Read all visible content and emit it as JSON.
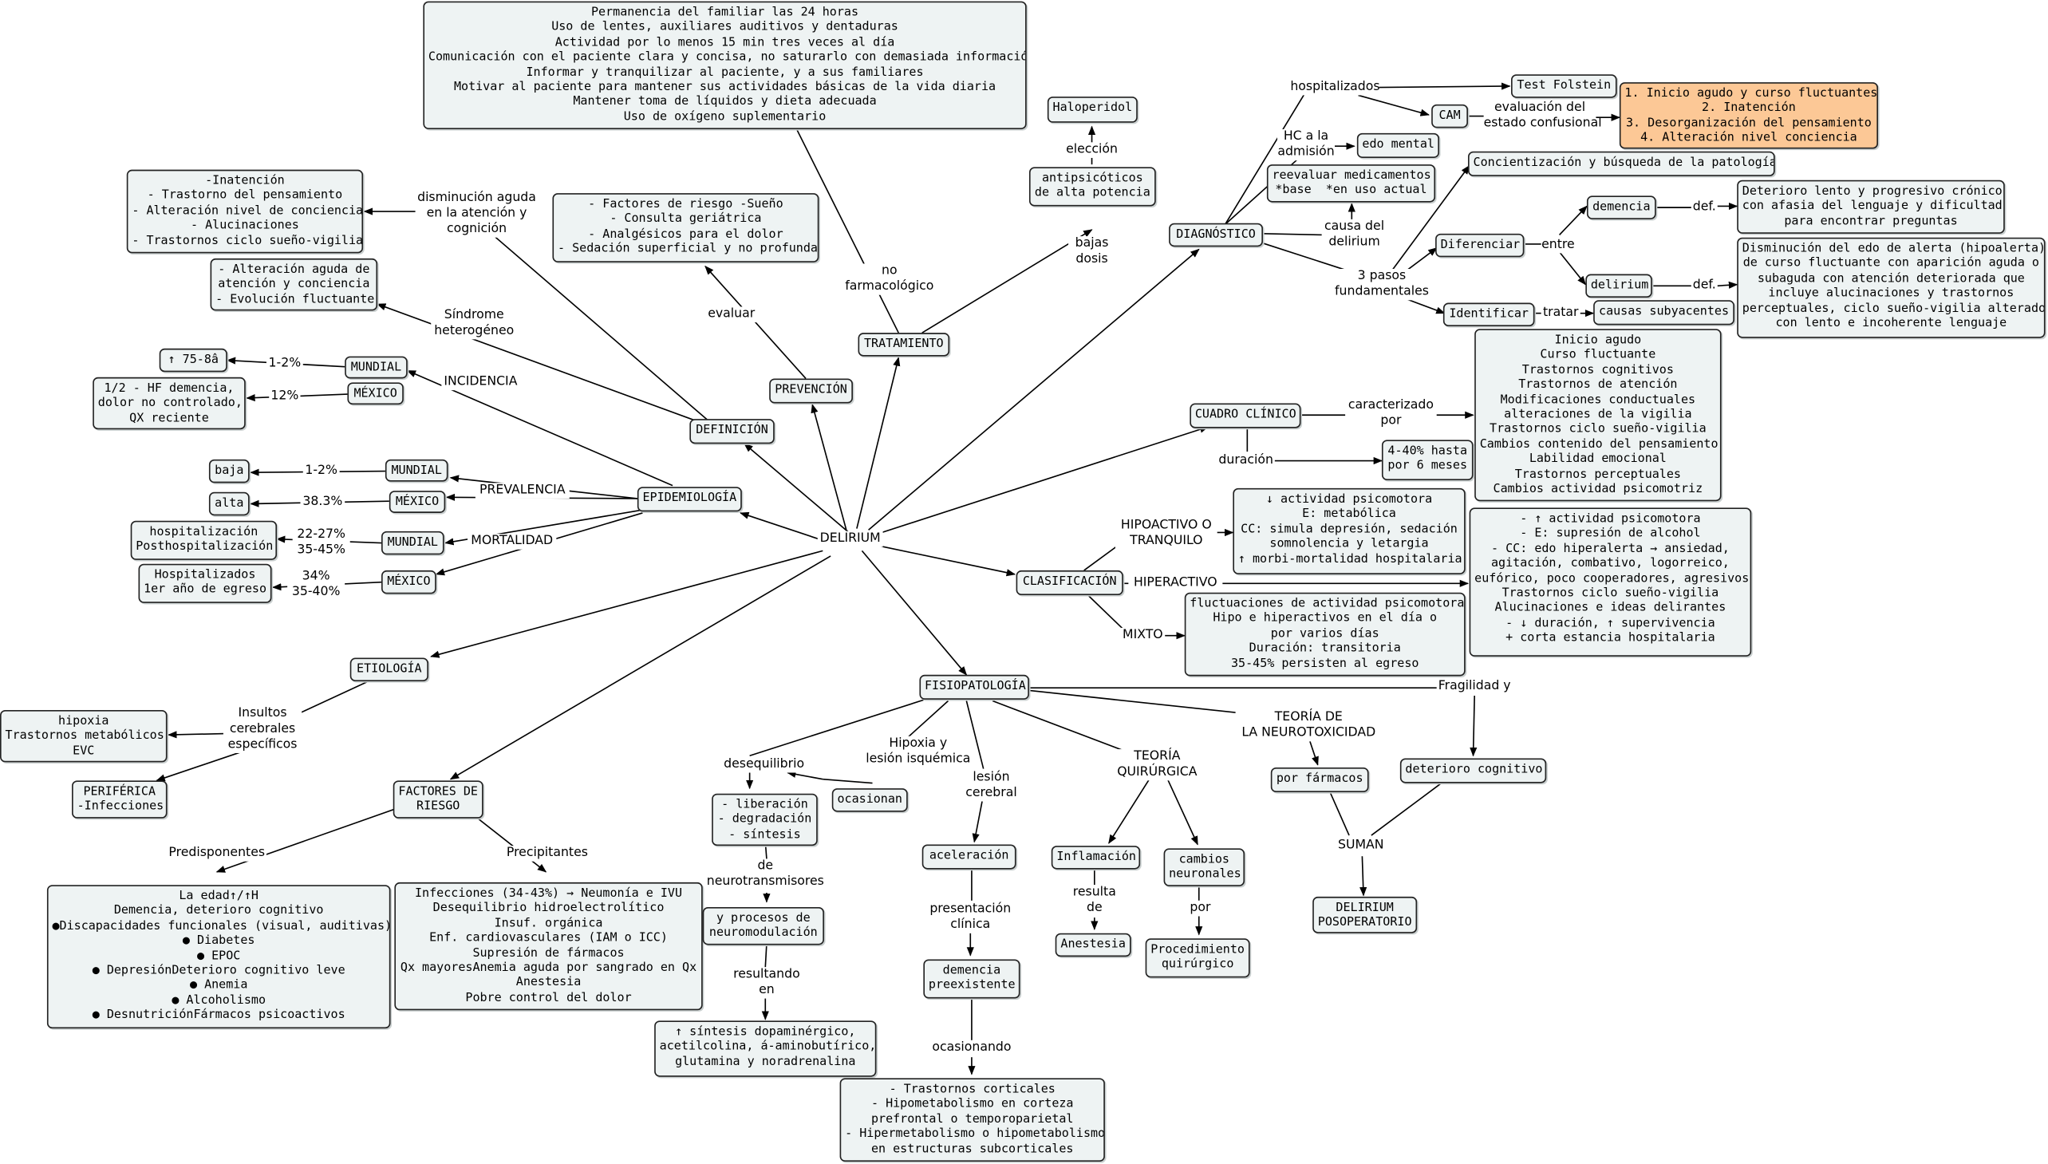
{
  "map": {
    "title": "DELIRIUM",
    "nodes": {
      "no_farmacologico_box": "Permanencia del familiar las 24 horas\nUso de lentes, auxiliares auditivos y dentaduras\nActividad por lo menos 15 min tres veces al día\nComunicación con el paciente clara y concisa, no saturarlo con demasiada información\nInformar y tranquilizar al paciente, y a sus familiares\nMotivar al paciente para mantener sus actividades básicas de la vida diaria\nMantener toma de líquidos y dieta adecuada\nUso de oxígeno suplementario",
      "haloperidol": "Haloperidol",
      "antipsicoticos": "antipsicóticos\nde alta potencia",
      "tratamiento": "TRATAMIENTO",
      "prevencion": "PREVENCIÓN",
      "prevencion_box": "- Factores de riesgo -Sueño\n- Consulta geriátrica\n- Analgésicos para el dolor\n- Sedación superficial y no profunda",
      "definicion": "DEFINICIÓN",
      "definicion_box1": "-Inatención\n- Trastorno del pensamiento\n- Alteración nivel de conciencia\n- Alucinaciones\n- Trastornos ciclo sueño-vigilia",
      "definicion_box2": "- Alteración aguda de\natención y conciencia\n- Evolución fluctuante",
      "epidemiologia": "EPIDEMIOLOGÍA",
      "inc_mundial": "MUNDIAL",
      "inc_mexico": "MÉXICO",
      "inc_mundial_val": "↑ 75-8â",
      "inc_mexico_val": "1/2 - HF demencia,\ndolor no controlado,\nQX reciente",
      "prev_mundial": "MUNDIAL",
      "prev_mexico": "MÉXICO",
      "prev_baja": "baja",
      "prev_alta": "alta",
      "mort_mundial": "MUNDIAL",
      "mort_mexico": "MÉXICO",
      "mort_mundial_val": "hospitalización\nPosthospitalización",
      "mort_mexico_val": "Hospitalizados\n1er año de egreso",
      "etiologia": "ETIOLOGÍA",
      "etio_box1": "hipoxia\nTrastornos metabólicos\nEVC",
      "etio_box2": "PERIFÉRICA\n-Infecciones",
      "factores": "FACTORES DE\nRIESGO",
      "predisponentes_box": "La edad↑/↑H\nDemencia, deterioro cognitivo\n●Discapacidades funcionales (visual, auditivas)\n● Diabetes\n● EPOC\n● DepresiónDeterioro cognitivo leve\n● Anemia\n● Alcoholismo\n● DesnutriciónFármacos psicoactivos",
      "precipitantes_box": "Infecciones (34-43%) → Neumonía e IVU\nDesequilibrio hidroelectrolítico\nInsuf. orgánica\nEnf. cardiovasculares (IAM o ICC)\nSupresión de fármacos\nQx mayoresAnemia aguda por sangrado en Qx\nAnestesia\nPobre control del dolor",
      "fisiopatologia": "FISIOPATOLOGÍA",
      "liberacion": "- liberación\n- degradación\n- síntesis",
      "ocasionan": "ocasionan",
      "procesos": "y procesos de\nneuromodulación",
      "sintesis_box": "↑ síntesis dopaminérgico,\nacetilcolina, á-aminobutírico,\nglutamina y noradrenalina",
      "aceleracion": "aceleración",
      "demencia_pre": "demencia\npreexistente",
      "trastornos_corticales": "- Trastornos corticales\n- Hipometabolismo en corteza\nprefrontal o temporoparietal\n- Hipermetabolismo o hipometabolismo\nen estructuras subcorticales",
      "inflamacion": "Inflamación",
      "anestesia": "Anestesia",
      "cambios_neuronales": "cambios\nneuronales",
      "procedimiento": "Procedimiento\nquirúrgico",
      "por_farmacos": "por fármacos",
      "deterioro_cognitivo": "deterioro cognitivo",
      "delirium_posop": "DELIRIUM\nPOSOPERATORIO",
      "diagnostico": "DIAGNÓSTICO",
      "test_folstein": "Test Folstein",
      "cam": "CAM",
      "cam_box": "1. Inicio agudo y curso fluctuantes\n2. Inatención\n3. Desorganización del pensamiento\n4. Alteración nivel conciencia",
      "edo_mental": "edo mental",
      "reevaluar": "reevaluar medicamentos\n*base  *en uso actual",
      "concientizacion": "Concientización y búsqueda de la patología",
      "diferenciar": "Diferenciar",
      "demencia": "demencia",
      "delirium_small": "delirium",
      "demencia_def": "Deterioro lento y progresivo crónico\ncon afasia del lenguaje y dificultad\npara encontrar preguntas",
      "delirium_def": "Disminución del edo de alerta (hipoalerta)\nde curso fluctuante con aparición aguda o\nsubaguda con atención deteriorada que\nincluye alucinaciones y trastornos\nperceptuales, ciclo sueño-vigilia alterado\ncon lento e incoherente lenguaje",
      "identificar": "Identificar",
      "causas": "causas subyacentes",
      "cuadro_clinico": "CUADRO CLÍNICO",
      "cuadro_box": "Inicio agudo\nCurso fluctuante\nTrastornos cognitivos\nTrastornos de atención\nModificaciones conductuales\nalteraciones de la vigilia\nTrastornos ciclo sueño-vigilia\nCambios contenido del pensamiento\nLabilidad emocional\nTrastornos perceptuales\nCambios actividad psicomotriz",
      "duracion_box": "4-40% hasta\npor 6 meses",
      "clasificacion": "CLASIFICACIÓN",
      "hipoactivo_box": "↓ actividad psicomotora\nE: metabólica\nCC: simula depresión, sedación\nsomnolencia y letargia\n↑ morbi-mortalidad hospitalaria",
      "hiperactivo_box": "- ↑ actividad psicomotora\n- E: supresión de alcohol\n- CC: edo hiperalerta → ansiedad,\nagitación, combativo, logorreico,\neufórico, poco cooperadores, agresivos\nTrastornos ciclo sueño-vigilia\nAlucinaciones e ideas delirantes\n- ↓ duración, ↑ supervivencia\n+ corta estancia hospitalaria",
      "mixto_box": "fluctuaciones de actividad psicomotora\nHipo e hiperactivos en el día o\npor varios días\nDuración: transitoria\n35-45% persisten al egreso"
    },
    "labels": {
      "no_farmacologico": "no\nfarmacológico",
      "eleccion": "elección",
      "bajas_dosis": "bajas\ndosis",
      "evaluar": "evaluar",
      "disminucion": "disminución aguda\nen la atención y\ncognición",
      "sindrome": "Síndrome\nheterogéneo",
      "incidencia": "INCIDENCIA",
      "inc_mundial_pct": "1-2%",
      "inc_mexico_pct": "12%",
      "prevalencia": "PREVALENCIA",
      "prev_mundial_pct": "1-2%",
      "prev_mexico_pct": "38.3%",
      "mortalidad": "MORTALIDAD",
      "mort_mundial_pct": "22-27%\n35-45%",
      "mort_mexico_pct": "34%\n35-40%",
      "insultos": "Insultos\ncerebrales\nespecíficos",
      "predisponentes": "Predisponentes",
      "precipitantes": "Precipitantes",
      "desequilibrio": "desequilibrio",
      "hipoxia_lesion": "Hipoxia y\nlesión isquémica",
      "de_neuro": "de\nneurotransmisores",
      "resultando": "resultando\nen",
      "lesion_cerebral": "lesión\ncerebral",
      "presentacion": "presentación\nclínica",
      "ocasionando": "ocasionando",
      "teoria_quirurgica": "TEORÍA\nQUIRÚRGICA",
      "resulta_de": "resulta\nde",
      "por": "por",
      "teoria_neuro": "TEORÍA DE\nLA NEUROTOXICIDAD",
      "fragilidad": "Fragilidad y",
      "suman": "SUMAN",
      "hospitalizados": "hospitalizados",
      "evaluacion": "evaluación del\nestado confusional",
      "hc_admision": "HC a la\nadmisión",
      "causa_delirium": "causa del\ndelirium",
      "tres_pasos": "3 pasos\nfundamentales",
      "entre": "entre",
      "def1": "def.",
      "def2": "def.",
      "tratar": "tratar",
      "caracterizado": "caracterizado\npor",
      "duracion": "duración",
      "hipoactivo": "HIPOACTIVO O\nTRANQUILO",
      "hiperactivo": "HIPERACTIVO",
      "mixto": "MIXTO"
    }
  }
}
